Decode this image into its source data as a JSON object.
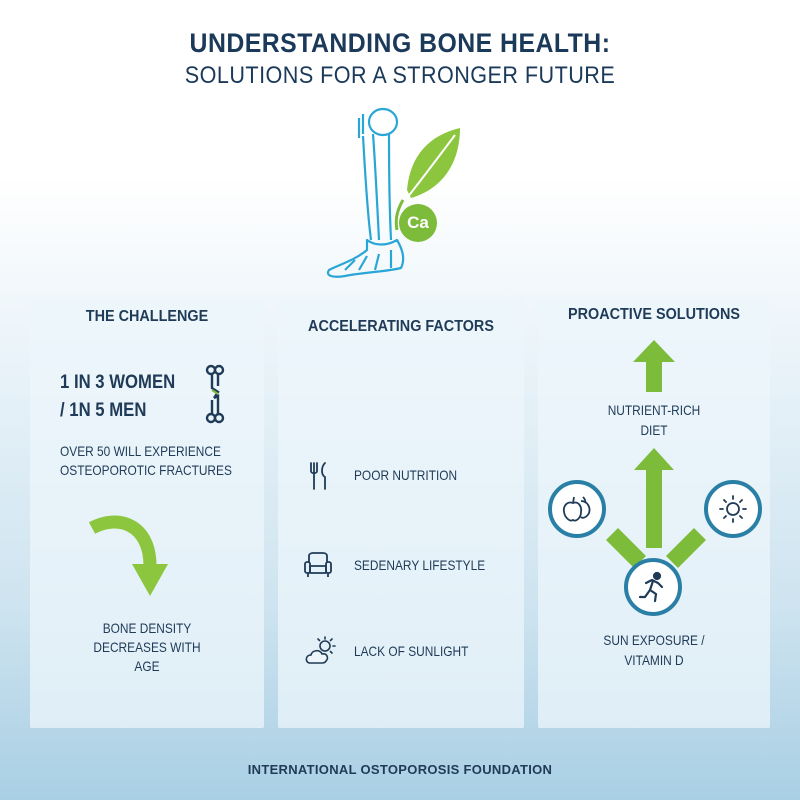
{
  "header": {
    "title": "UNDERSTANDING BONE HEALTH:",
    "subtitle": "SOLUTIONS FOR A STRONGER FUTURE"
  },
  "hero": {
    "icons": [
      "leg-bone-icon",
      "leaf-icon"
    ],
    "badge": "Ca"
  },
  "challenge": {
    "title": "THE CHALLENGE",
    "stat_line1": "1 IN 3 WOMEN",
    "stat_line2": "/ 1N 5 MEN",
    "desc_line1": "OVER 50 WILL EXPERIENCE",
    "desc_line2": "OSTEOPOROTIC FRACTURES",
    "density_line1": "BONE DENSITY",
    "density_line2": "DECREASES WITH",
    "density_line3": "AGE"
  },
  "factors": {
    "title": "ACCELERATING FACTORS",
    "items": [
      {
        "label": "POOR NUTRITION",
        "icon": "fork-knife-icon"
      },
      {
        "label": "SEDENARY LIFESTYLE",
        "icon": "couch-icon"
      },
      {
        "label": "LACK OF SUNLIGHT",
        "icon": "cloud-sun-icon"
      }
    ]
  },
  "solutions": {
    "title": "PROACTIVE SOLUTIONS",
    "diet_line1": "NUTRIENT-RICH",
    "diet_line2": "DIET",
    "sun_line1": "SUN EXPOSURE /",
    "sun_line2": "VITAMIN D",
    "icons": [
      "fruit-icon",
      "runner-icon",
      "sun-icon"
    ]
  },
  "footer": {
    "text": "INTERNATIONAL OSTOPOROSIS FOUNDATION"
  },
  "colors": {
    "navy": "#1b3a5a",
    "bone_blue": "#2aa6d6",
    "green": "#7dbb3a",
    "teal_ring": "#2a7fa6"
  }
}
